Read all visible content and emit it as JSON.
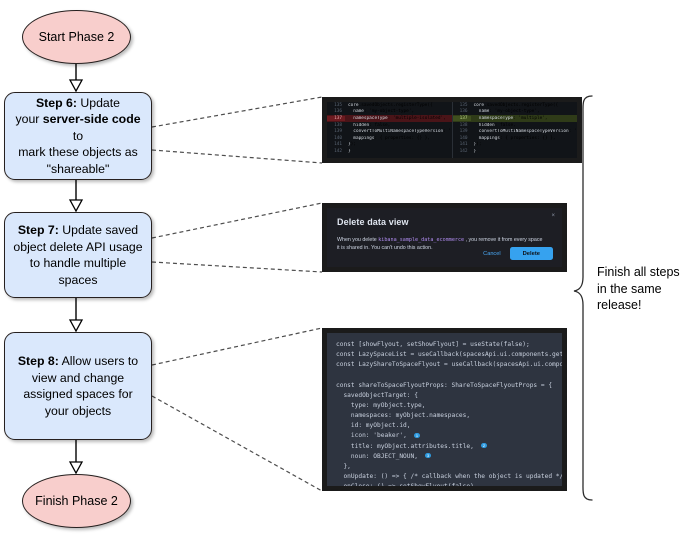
{
  "diagram": {
    "start_node": "Start Phase 2",
    "end_node": "Finish Phase 2",
    "side_note": [
      "Finish all steps",
      "in the same",
      "release!"
    ],
    "steps": [
      {
        "id": "step-6",
        "label": "Step 6:",
        "line1_rest": " Update",
        "line2_pre": "your ",
        "line2_bold": "server-side code",
        "line2_post": " to",
        "line3": "mark these objects as",
        "line4": "\"shareable\""
      },
      {
        "id": "step-7",
        "label": "Step 7:",
        "line1_rest": " Update saved",
        "line2": "object delete API usage",
        "line3": "to handle multiple spaces"
      },
      {
        "id": "step-8",
        "label": "Step 8:",
        "line1_rest": " Allow users to",
        "line2": "view and change",
        "line3": "assigned spaces for",
        "line4": "your objects"
      }
    ]
  },
  "screenshot_diff": {
    "name": "saved-objects-register-type-diff",
    "left_pane": [
      {
        "num": "135",
        "text": "core.savedObjects.registerType({",
        "state": "ctx"
      },
      {
        "num": "136",
        "text": "  name: 'my-object-type',",
        "state": "ctx"
      },
      {
        "num": "137",
        "text": "  namespaceType: 'multiple-isolated',",
        "state": "del"
      },
      {
        "num": "138",
        "text": "  hidden: false,",
        "state": "ctx"
      },
      {
        "num": "139",
        "text": "  convertToMultiNamespaceTypeVersion: '",
        "state": "ctx"
      },
      {
        "num": "140",
        "text": "  mappings: { properties: {} },",
        "state": "ctx"
      },
      {
        "num": "141",
        "text": "});",
        "state": "ctx"
      },
      {
        "num": "142",
        "text": "}",
        "state": "ctx"
      }
    ],
    "right_pane": [
      {
        "num": "135",
        "text": "core.savedObjects.registerType({",
        "state": "ctx"
      },
      {
        "num": "136",
        "text": "  name: 'my-object-type',",
        "state": "ctx"
      },
      {
        "num": "137",
        "text": "  namespaceType: 'multiple',",
        "state": "add"
      },
      {
        "num": "138",
        "text": "  hidden: false,",
        "state": "ctx"
      },
      {
        "num": "139",
        "text": "  convertToMultiNamespaceTypeVersion: '",
        "state": "ctx"
      },
      {
        "num": "140",
        "text": "  mappings: { properties: {} },",
        "state": "ctx"
      },
      {
        "num": "141",
        "text": "});",
        "state": "ctx"
      },
      {
        "num": "142",
        "text": "}",
        "state": "ctx"
      }
    ]
  },
  "screenshot_modal": {
    "name": "delete-data-view-modal",
    "title": "Delete data view",
    "body_pre": "When you delete ",
    "body_code": "kibana_sample_data_ecommerce",
    "body_post": " , you remove it from every space it is shared in. You can't undo this action.",
    "cancel_label": "Cancel",
    "delete_label": "Delete",
    "close_label": "×",
    "delete_button_color": "#36a2ef"
  },
  "screenshot_code": {
    "name": "share-to-space-flyout-code",
    "lines": [
      "const [showFlyout, setShowFlyout] = useState(false);",
      "const LazySpaceList = useCallback(spacesApi.ui.components.getSpaceLis",
      "const LazyShareToSpaceFlyout = useCallback(spacesApi.ui.components.ge",
      "",
      "const shareToSpaceFlyoutProps: ShareToSpaceFlyoutProps = {",
      "  savedObjectTarget: {",
      "    type: myObject.type,",
      "    namespaces: myObject.namespaces,",
      "    id: myObject.id,",
      "    icon: 'beaker',",
      "    title: myObject.attributes.title,",
      "    noun: OBJECT_NOUN,",
      "  },",
      "  onUpdate: () => { /* callback when the object is updated */ },",
      "  onClose: () => setShowFlyout(false),",
      "};"
    ],
    "badges": [
      "1",
      "2",
      "3"
    ]
  },
  "colors": {
    "step_fill": "#dae8fc",
    "terminal_fill": "#f8cecc",
    "stroke": "#26201f"
  }
}
